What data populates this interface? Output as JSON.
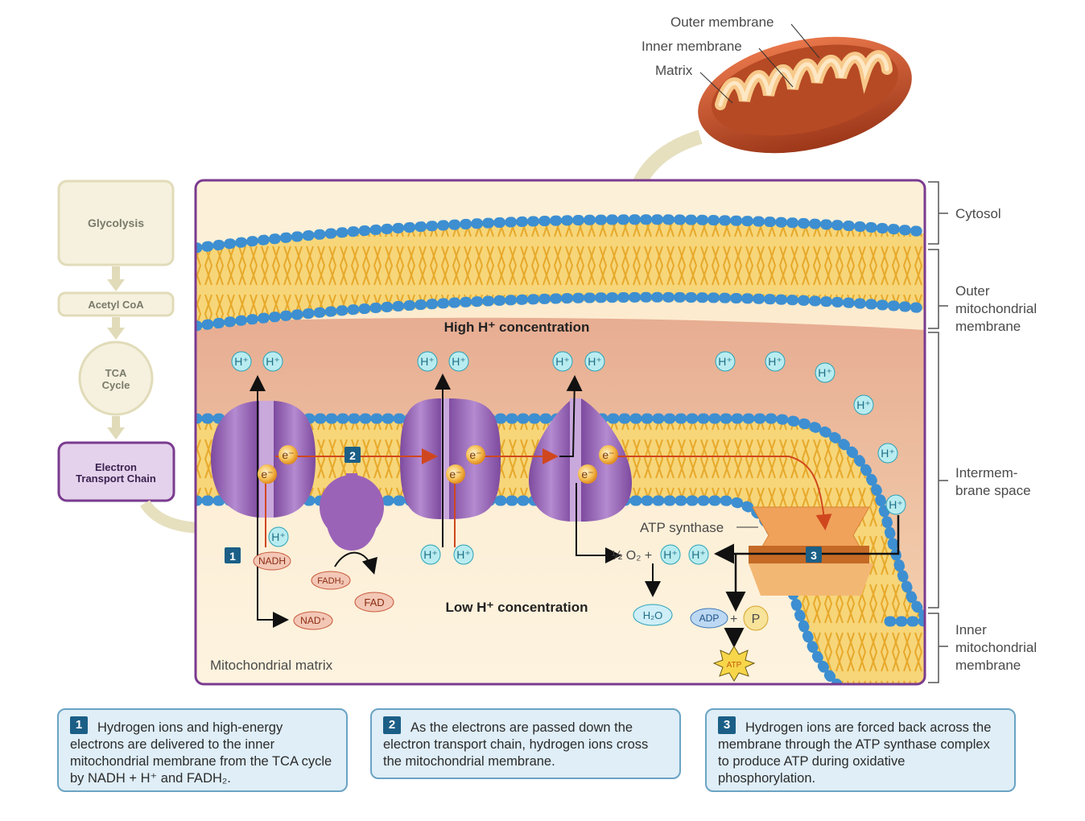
{
  "mitochondrion": {
    "outer_membrane": "Outer membrane",
    "inner_membrane": "Inner membrane",
    "matrix": "Matrix"
  },
  "flow": {
    "glycolysis": "Glycolysis",
    "acetyl_coa": "Acetyl CoA",
    "tca_line1": "TCA",
    "tca_line2": "Cycle",
    "etc_line1": "Electron",
    "etc_line2": "Transport Chain"
  },
  "regions": {
    "cytosol": "Cytosol",
    "outer_membrane_1": "Outer",
    "outer_membrane_2": "mitochondrial",
    "outer_membrane_3": "membrane",
    "intermembrane_1": "Intermem-",
    "intermembrane_2": "brane space",
    "inner_membrane_1": "Inner",
    "inner_membrane_2": "mitochondrial",
    "inner_membrane_3": "membrane"
  },
  "main": {
    "high_h": "High H⁺ concentration",
    "low_h": "Low H⁺ concentration",
    "matrix_label": "Mitochondrial matrix",
    "atp_synthase": "ATP synthase",
    "h_ion": "H⁺",
    "electron": "e⁻",
    "nadh": "NADH",
    "nad": "NAD⁺",
    "fadh2": "FADH₂",
    "fad": "FAD",
    "half_o2": "½ O₂ +",
    "h2o": "H₂O",
    "adp": "ADP",
    "plus": "+",
    "p": "P",
    "atp": "ATP",
    "step1": "1",
    "step2": "2",
    "step3": "3"
  },
  "notes": [
    {
      "num": "1",
      "text": "Hydrogen ions and high-energy electrons are delivered to the inner mitochondrial membrane from the TCA cycle by NADH + H⁺ and FADH₂."
    },
    {
      "num": "2",
      "text": "As the electrons are passed down the electron transport chain, hydrogen ions cross the mitochondrial membrane."
    },
    {
      "num": "3",
      "text": "Hydrogen ions are forced back across the membrane through the ATP synthase complex to produce ATP during oxidative phosphorylation."
    }
  ],
  "colors": {
    "frame": "#7a3b8f",
    "membrane_head": "#3d8fd1",
    "membrane_tail": "#f2c14e",
    "intermembrane": "#e9b7a0",
    "matrix": "#fbe9cc",
    "cytosol": "#fdf0d8",
    "protein": "#9b63b8",
    "atp_synthase": "#f0a25a",
    "note_border": "#6aa3c4"
  }
}
